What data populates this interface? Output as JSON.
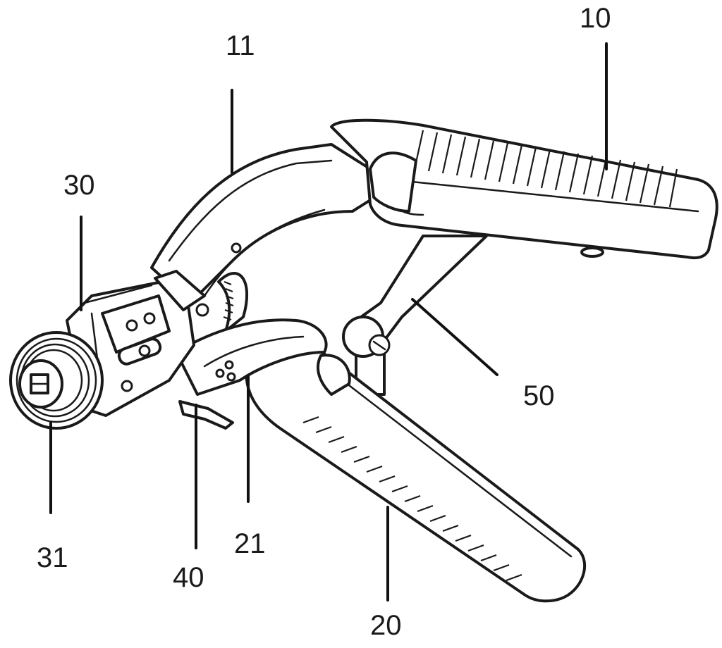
{
  "labels": {
    "upper_handle": "10",
    "upper_jaw": "11",
    "lower_handle": "20",
    "lower_jaw": "21",
    "head": "30",
    "threaded_end": "31",
    "ratchet": "40",
    "link": "50"
  },
  "colors": {
    "line": "#1a1a1a",
    "background": "#ffffff"
  }
}
